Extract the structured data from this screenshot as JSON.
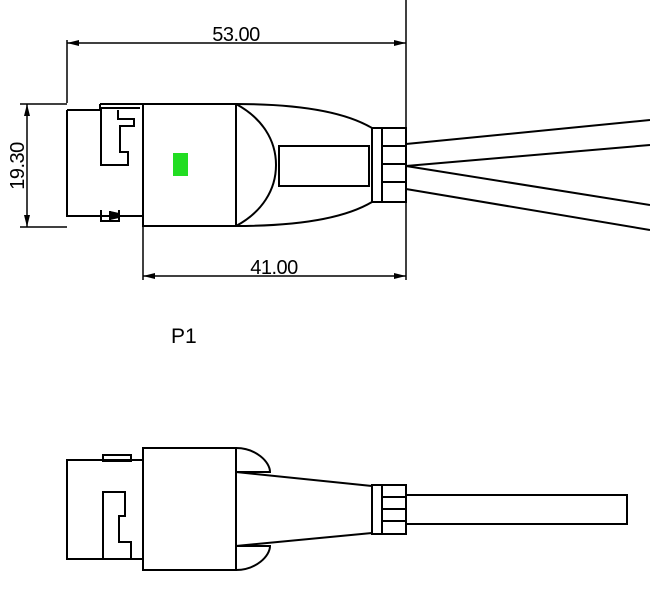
{
  "dimensions": {
    "overall_length": "53.00",
    "body_length": "41.00",
    "height": "19.30"
  },
  "view_label": "P1",
  "colors": {
    "line": "#000000",
    "led": "#22dd22",
    "background": "#ffffff"
  }
}
